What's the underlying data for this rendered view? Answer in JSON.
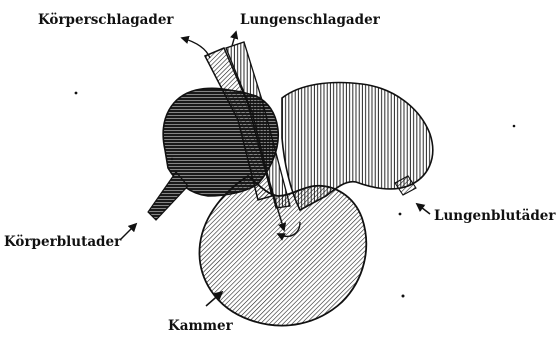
{
  "labels": {
    "body_artery": "Körperschlagader",
    "pulmonary_artery": "Lungenschlagader",
    "body_veins": "Körperblutader",
    "pulmonary_veins": "Lungenblutäder",
    "ventricle": "Kammer"
  },
  "colors": {
    "ink": "#111111",
    "paper": "#ffffff"
  }
}
